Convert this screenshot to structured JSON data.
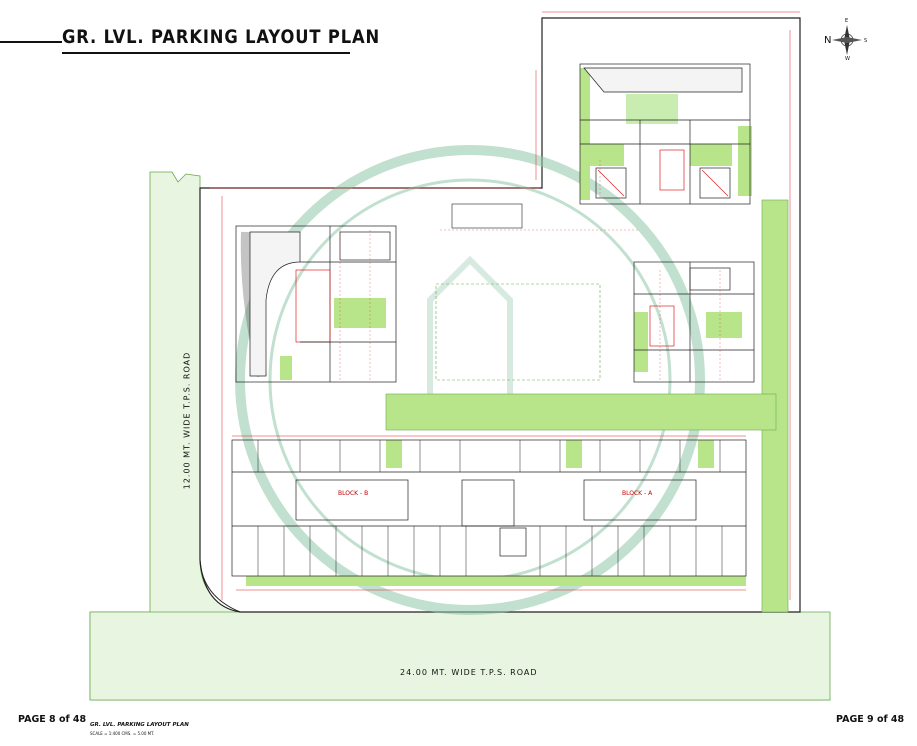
{
  "title": "GR. LVL. PARKING LAYOUT PLAN",
  "page_left": "PAGE 8 of 48",
  "page_right": "PAGE 9 of 48",
  "road_west": "12.00 MT. WIDE T.P.S. ROAD",
  "road_south": "24.00 MT. WIDE T.P.S. ROAD",
  "block_a": "BLOCK - A",
  "block_b": "BLOCK - B",
  "compass": {
    "n": "N",
    "e": "E",
    "s": "S",
    "w": "W"
  },
  "footer": {
    "title": "GR. LVL. PARKING LAYOUT PLAN",
    "scale": "SCALE = 1:400 CMS. = 5.00 MT."
  },
  "colors": {
    "green": "#b9e58a",
    "green_dark": "#8fd15a",
    "red": "#d22",
    "line": "#222",
    "watermark": "#8fc7a8"
  }
}
